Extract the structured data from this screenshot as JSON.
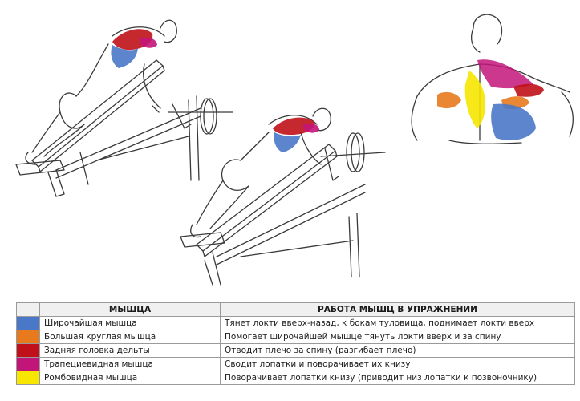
{
  "table": {
    "headers": {
      "muscle": "МЫШЦА",
      "work": "РАБОТА МЫШЦ В УПРАЖНЕНИИ"
    },
    "rows": [
      {
        "color": "#4a78c8",
        "muscle": "Широчайшая мышца",
        "work": "Тянет локти вверх-назад,  к бокам туловища, поднимает локти вверх"
      },
      {
        "color": "#e87a1e",
        "muscle": "Большая круглая мышца",
        "work": "Помогает широчайшей мышце тянуть локти вверх и за спину"
      },
      {
        "color": "#c0111a",
        "muscle": "Задняя головка дельты",
        "work": "Отводит плечо за спину (разгибает плечо)"
      },
      {
        "color": "#c2157a",
        "muscle": "Трапециевидная мышца",
        "work": "Сводит лопатки и поворачивает  их книзу"
      },
      {
        "color": "#f6e600",
        "muscle": "Ромбовидная мышца",
        "work": "Поворачивает лопатки книзу (приводит  низ лопатки к позвоночнику)"
      }
    ]
  },
  "colors": {
    "lats": "#4a78c8",
    "teres_major": "#e87a1e",
    "rear_delt": "#c0111a",
    "trapezius": "#c2157a",
    "rhomboids": "#f6e600",
    "line": "#3a3a3a"
  }
}
